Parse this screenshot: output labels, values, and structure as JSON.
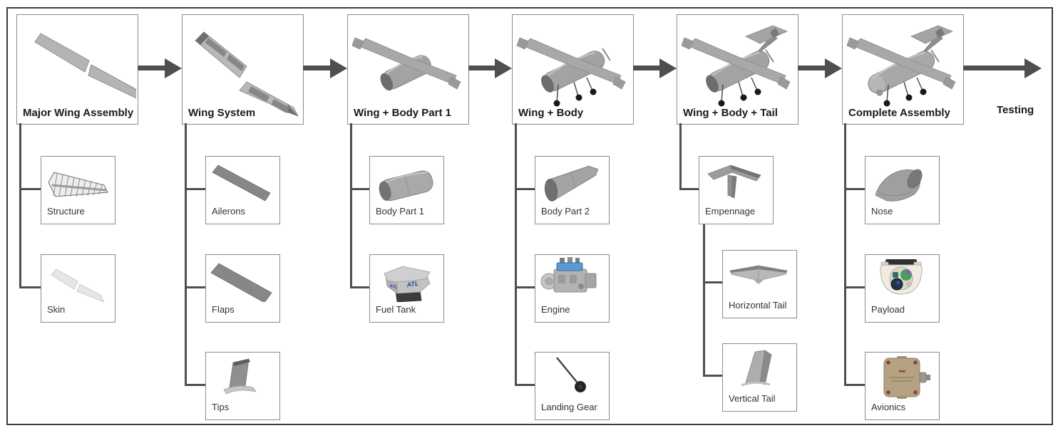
{
  "diagram": {
    "type": "assembly-process-flowchart",
    "final_step": {
      "label": "Testing",
      "icon": "flow-arrow-icon"
    }
  },
  "stages": [
    {
      "label": "Major Wing Assembly",
      "illustration": "wing-pair-illustration",
      "children": [
        {
          "label": "Structure",
          "illustration": "wing-structure-illustration"
        },
        {
          "label": "Skin",
          "illustration": "wing-skin-illustration"
        }
      ]
    },
    {
      "label": "Wing System",
      "illustration": "wing-with-control-surfaces-illustration",
      "children": [
        {
          "label": "Ailerons",
          "illustration": "aileron-bar-illustration"
        },
        {
          "label": "Flaps",
          "illustration": "flap-bar-illustration"
        },
        {
          "label": "Tips",
          "illustration": "wing-tip-illustration"
        }
      ]
    },
    {
      "label": "Wing + Body Part 1",
      "illustration": "wing-and-forward-fuselage-illustration",
      "children": [
        {
          "label": "Body Part 1",
          "illustration": "fuselage-pod-illustration"
        },
        {
          "label": "Fuel Tank",
          "illustration": "fuel-tank-illustration",
          "brand_text": "ATL"
        }
      ]
    },
    {
      "label": "Wing + Body",
      "illustration": "wing-and-fuselage-with-gear-illustration",
      "children": [
        {
          "label": "Body Part 2",
          "illustration": "tail-cone-illustration"
        },
        {
          "label": "Engine",
          "illustration": "piston-engine-illustration"
        },
        {
          "label": "Landing Gear",
          "illustration": "landing-gear-illustration"
        }
      ]
    },
    {
      "label": "Wing + Body + Tail",
      "illustration": "aircraft-with-tail-illustration",
      "children": [
        {
          "label": "Empennage",
          "illustration": "empennage-illustration",
          "children": [
            {
              "label": "Horizontal Tail",
              "illustration": "horizontal-tail-illustration"
            },
            {
              "label": "Vertical Tail",
              "illustration": "vertical-tail-illustration"
            }
          ]
        }
      ]
    },
    {
      "label": "Complete Assembly",
      "illustration": "complete-aircraft-illustration",
      "children": [
        {
          "label": "Nose",
          "illustration": "nose-cone-illustration"
        },
        {
          "label": "Payload",
          "illustration": "gimbal-payload-illustration"
        },
        {
          "label": "Avionics",
          "illustration": "avionics-box-illustration"
        }
      ]
    }
  ],
  "colors": {
    "outer_border": "#3d3d3d",
    "box_border": "#8c8c8c",
    "connector_line": "#4f4f4f",
    "arrow": "#4f4f4f",
    "stage_label": "#1a1a1a",
    "part_label": "#333333",
    "aircraft_gray": "#a6a6a6",
    "dark_part_gray": "#7e7e7e",
    "skin_light_gray": "#e4e4e4",
    "fuel_tank_brand_blue": "#274a9e",
    "engine_blue": "#5b98d6",
    "payload_green": "#44a05c",
    "payload_purple": "#9059bb",
    "avionics_tan": "#b4a283",
    "avionics_screw_red": "#8a423a"
  }
}
